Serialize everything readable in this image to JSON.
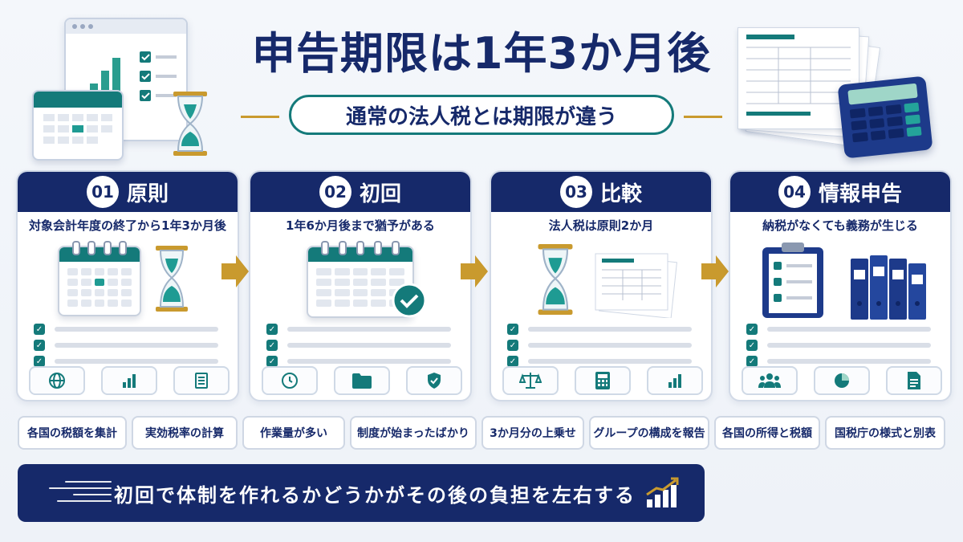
{
  "title": "申告期限は1年3か月後",
  "subtitle": "通常の法人税とは期限が違う",
  "cards": [
    {
      "num": "01",
      "title": "原則",
      "sub": "対象会計年度の終了から1年3か月後",
      "icons": [
        "globe-icon",
        "bar-chart-icon",
        "document-list-icon"
      ]
    },
    {
      "num": "02",
      "title": "初回",
      "sub": "1年6か月後まで猶予がある",
      "icons": [
        "clock-icon",
        "folder-icon",
        "shield-check-icon"
      ]
    },
    {
      "num": "03",
      "title": "比較",
      "sub": "法人税は原則2か月",
      "icons": [
        "scales-icon",
        "calculator-icon",
        "bar-chart-icon"
      ]
    },
    {
      "num": "04",
      "title": "情報申告",
      "sub": "納税がなくても義務が生じる",
      "icons": [
        "people-icon",
        "pie-chart-icon",
        "document-icon"
      ]
    }
  ],
  "tags": [
    "各国の税額を集計",
    "実効税率の計算",
    "作業量が多い",
    "制度が始まったばかり",
    "3か月分の上乗せ",
    "グループの構成を報告",
    "各国の所得と税額",
    "国税庁の様式と別表"
  ],
  "banner": "初回で体制を作れるかどうかがその後の負担を左右する",
  "colors": {
    "navy": "#16296a",
    "teal": "#147a7a",
    "gold": "#c99a2e"
  }
}
